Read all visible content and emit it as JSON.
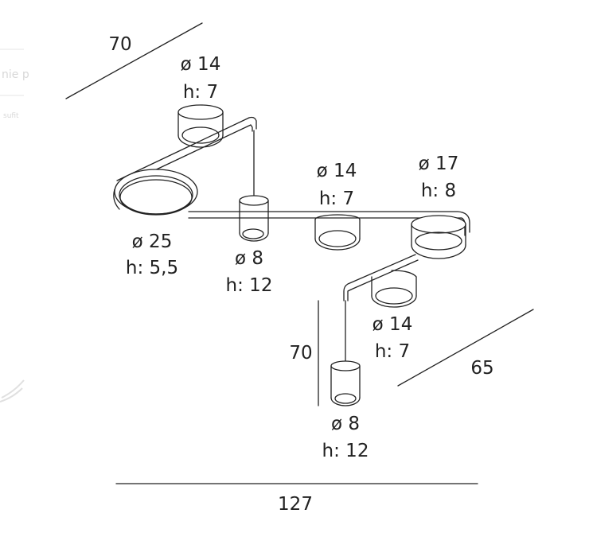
{
  "colors": {
    "line": "#222222",
    "ghost": "#dddddd"
  },
  "ghost_text": {
    "line1": "nie p",
    "line2": "sufit"
  },
  "dimensions": {
    "top_depth": "70",
    "overall_width": "127",
    "pendant_drop": "70",
    "right_depth": "65"
  },
  "fixtures": {
    "top_small": {
      "diameter": "ø 14",
      "height": "h: 7"
    },
    "large_left": {
      "diameter": "ø 25",
      "height": "h: 5,5"
    },
    "pendant_left": {
      "diameter": "ø 8",
      "height": "h: 12"
    },
    "middle": {
      "diameter": "ø 14",
      "height": "h: 7"
    },
    "right_large": {
      "diameter": "ø 17",
      "height": "h: 8"
    },
    "right_small": {
      "diameter": "ø 14",
      "height": "h: 7"
    },
    "pendant_right": {
      "diameter": "ø 8",
      "height": "h: 12"
    }
  }
}
